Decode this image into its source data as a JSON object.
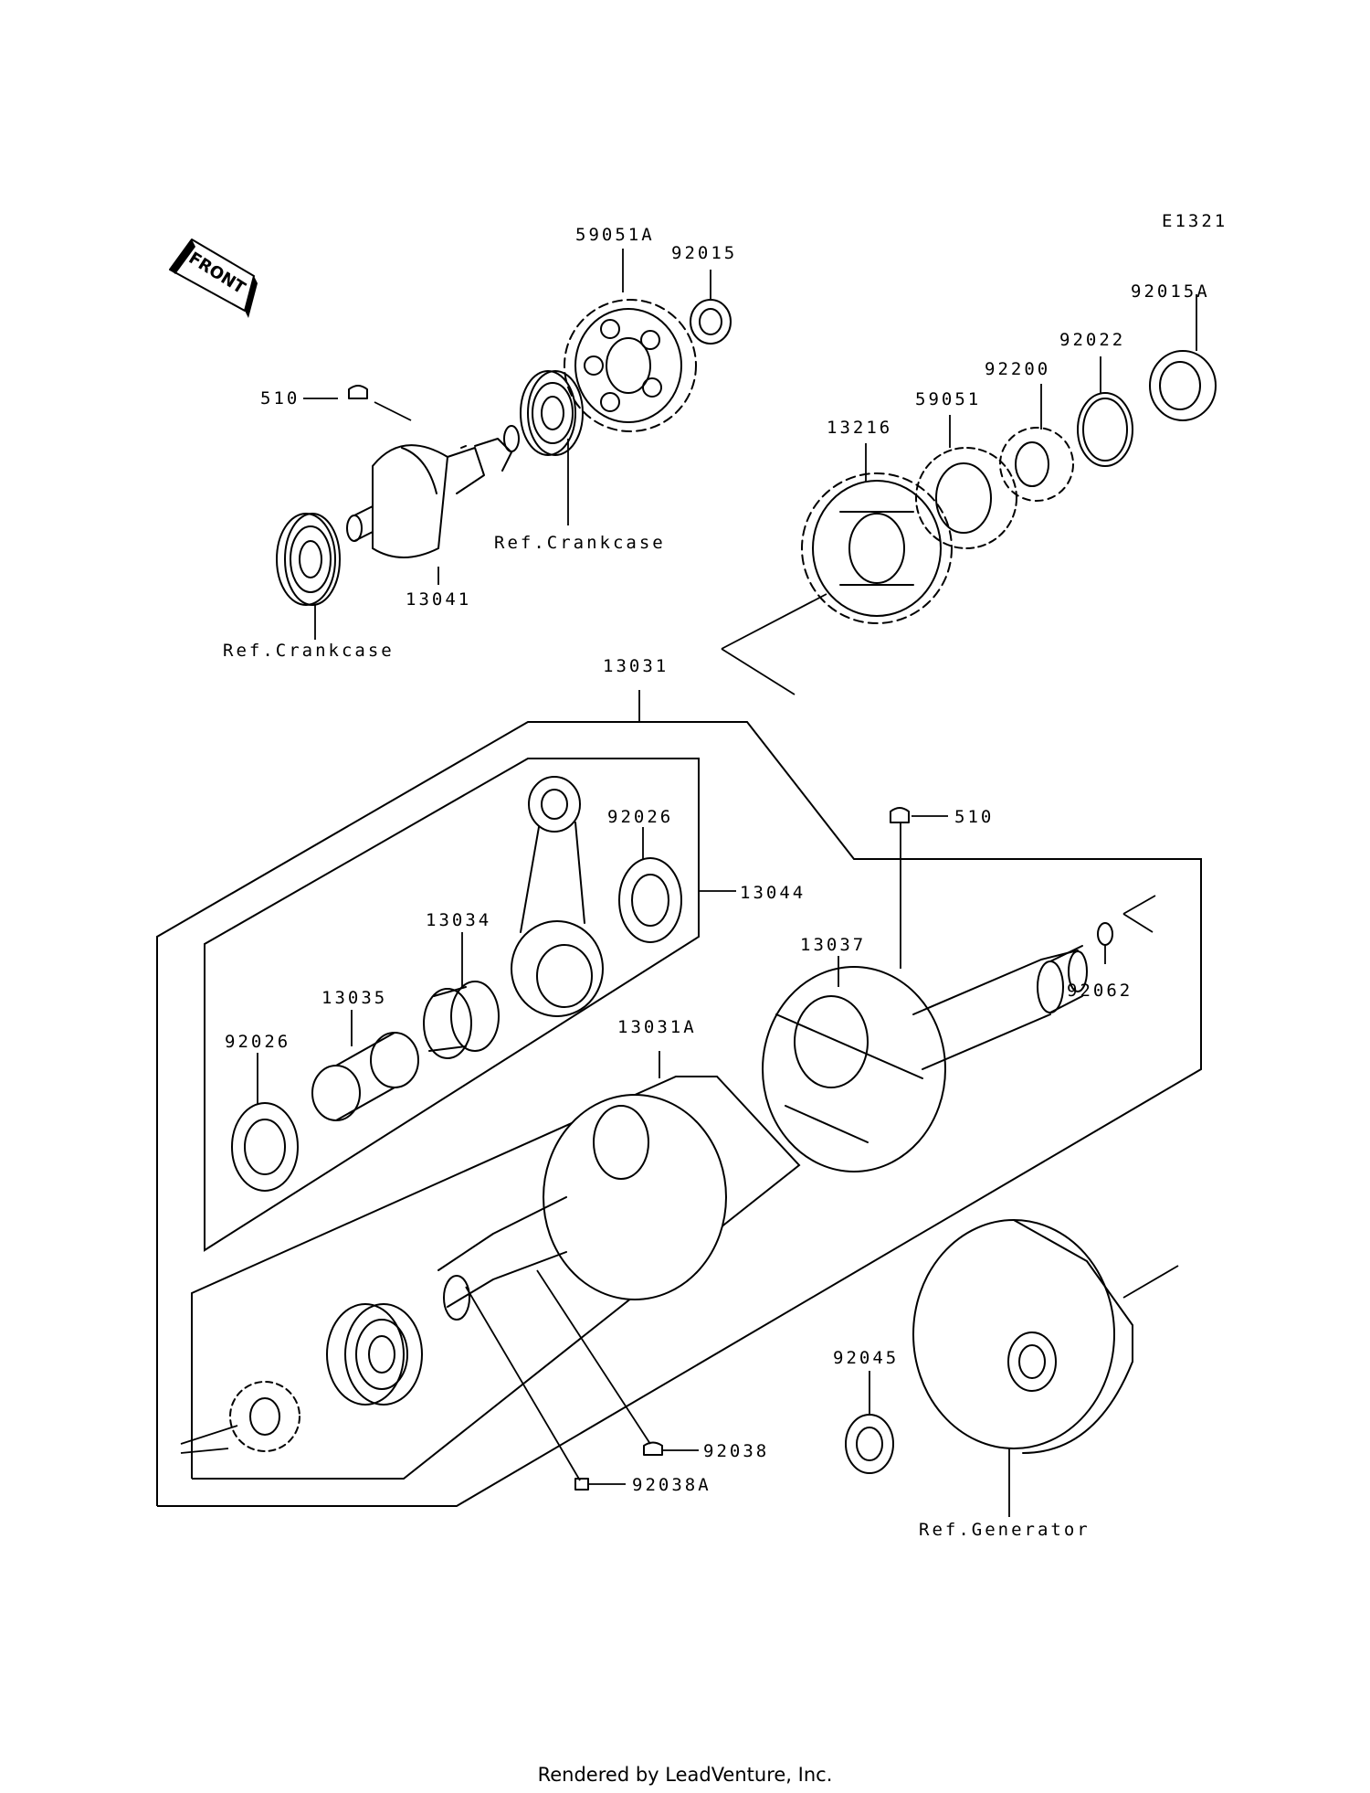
{
  "diagram_code": "E1321",
  "front_label": "FRONT",
  "footer": "Rendered by LeadVenture, Inc.",
  "parts": {
    "p59051A": "59051A",
    "p92015": "92015",
    "p92015A": "92015A",
    "p92022": "92022",
    "p92200": "92200",
    "p59051": "59051",
    "p13216": "13216",
    "p510_top": "510",
    "p13041": "13041",
    "ref_crankcase_1": "Ref.Crankcase",
    "ref_crankcase_2": "Ref.Crankcase",
    "p13031": "13031",
    "p92026_a": "92026",
    "p13044": "13044",
    "p13034": "13034",
    "p13035": "13035",
    "p92026_b": "92026",
    "p510_mid": "510",
    "p13037": "13037",
    "p92062": "92062",
    "p13031A": "13031A",
    "p92045": "92045",
    "p92038": "92038",
    "p92038A": "92038A",
    "ref_generator": "Ref.Generator"
  }
}
